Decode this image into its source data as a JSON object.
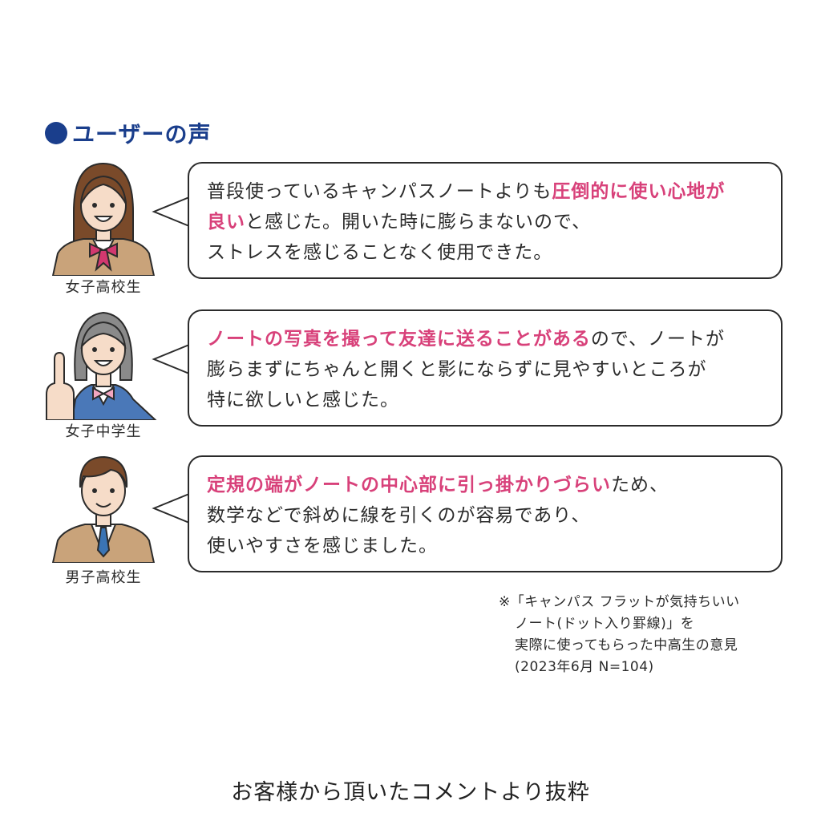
{
  "heading": {
    "title": "ユーザーの声"
  },
  "testimonials": [
    {
      "label": "女子高校生",
      "segments": [
        {
          "text": "普段使っているキャンパスノートよりも",
          "highlight": false
        },
        {
          "text": "圧倒的に使い心地が",
          "highlight": true
        },
        {
          "br": true
        },
        {
          "text": "良い",
          "highlight": true
        },
        {
          "text": "と感じた。開いた時に膨らまないので、",
          "highlight": false
        },
        {
          "br": true
        },
        {
          "text": "ストレスを感じることなく使用できた。",
          "highlight": false
        }
      ]
    },
    {
      "label": "女子中学生",
      "segments": [
        {
          "text": "ノートの写真を撮って友達に送ることがある",
          "highlight": true
        },
        {
          "text": "ので、ノートが",
          "highlight": false
        },
        {
          "br": true
        },
        {
          "text": "膨らまずにちゃんと開くと影にならずに見やすいところが",
          "highlight": false
        },
        {
          "br": true
        },
        {
          "text": "特に欲しいと感じた。",
          "highlight": false
        }
      ]
    },
    {
      "label": "男子高校生",
      "segments": [
        {
          "text": "定規の端がノートの中心部に引っ掛かりづらい",
          "highlight": true
        },
        {
          "text": "ため、",
          "highlight": false
        },
        {
          "br": true
        },
        {
          "text": "数学などで斜めに線を引くのが容易であり、",
          "highlight": false
        },
        {
          "br": true
        },
        {
          "text": "使いやすさを感じました。",
          "highlight": false
        }
      ]
    }
  ],
  "footnote": {
    "lines": [
      "※「キャンパス フラットが気持ちいい",
      "ノート(ドット入り罫線)」を",
      "実際に使ってもらった中高生の意見",
      "(2023年6月 N=104)"
    ]
  },
  "caption": "お客様から頂いたコメントより抜粋",
  "colors": {
    "accent": "#1a3e8c",
    "highlight": "#d8417a",
    "outline": "#2b2b2b"
  }
}
